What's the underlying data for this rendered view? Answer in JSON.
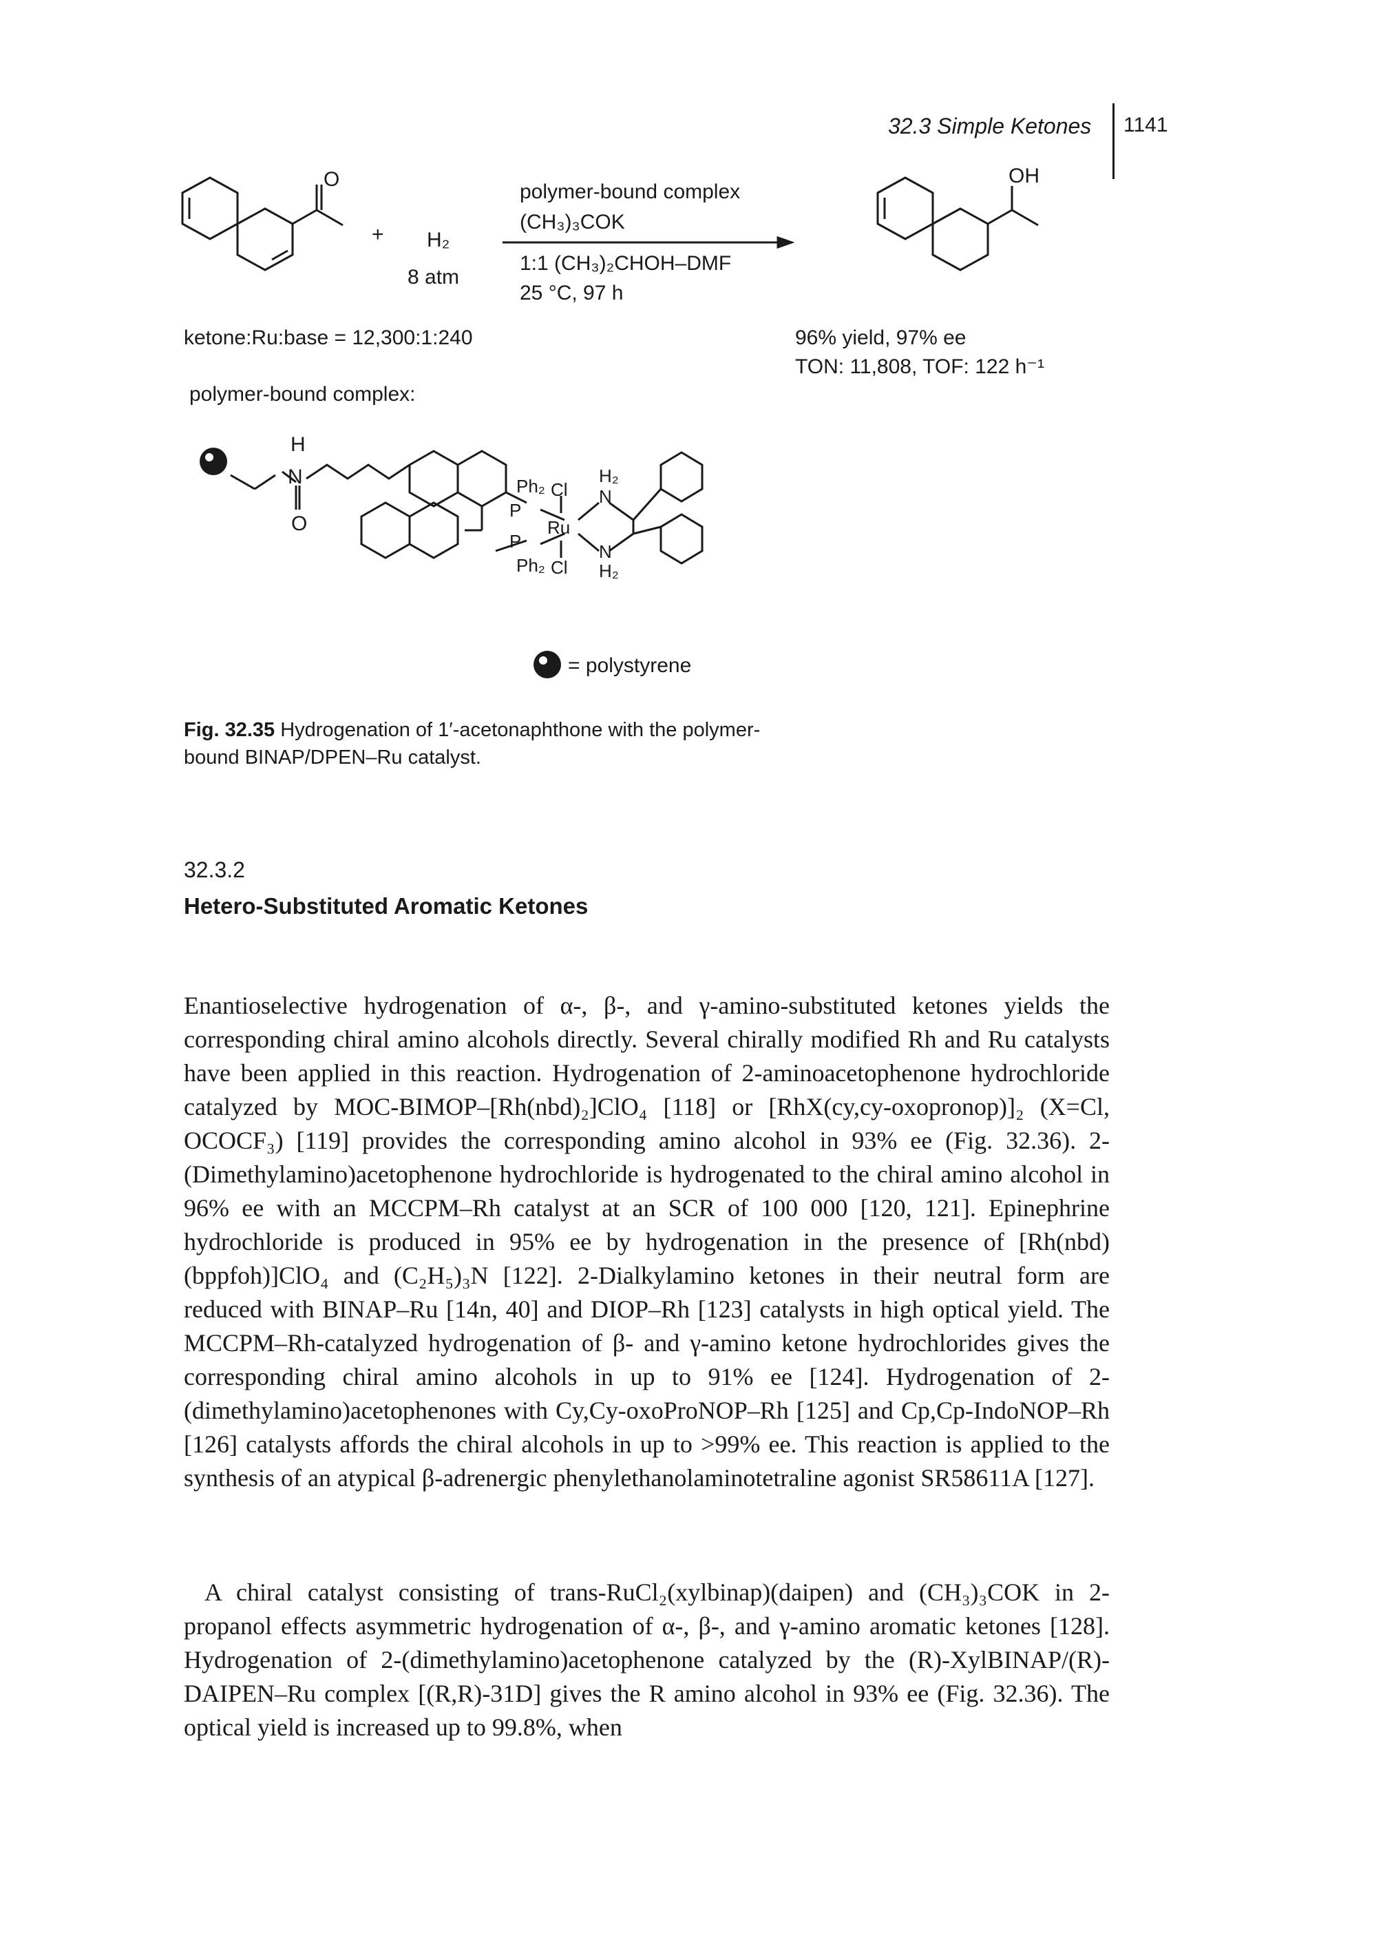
{
  "header": {
    "running_title": "32.3 Simple Ketones",
    "page_number": "1141"
  },
  "scheme": {
    "plus": "+",
    "h2": "H₂",
    "pressure": "8 atm",
    "reagent_1": "polymer-bound complex",
    "reagent_2": "(CH₃)₃COK",
    "conditions_1": "1:1 (CH₃)₂CHOH–DMF",
    "conditions_2": "25 °C, 97 h",
    "ratio": "ketone:Ru:base = 12,300:1:240",
    "result_1": "96% yield, 97% ee",
    "result_2": "TON: 11,808, TOF: 122 h⁻¹",
    "complex_label": "polymer-bound complex:",
    "legend": "= polystyrene"
  },
  "figure": {
    "label": "Fig. 32.35",
    "caption": "Hydrogenation of 1′-acetonaphthone with the polymer-bound BINAP/DPEN–Ru catalyst."
  },
  "section": {
    "number": "32.3.2",
    "title": "Hetero-Substituted Aromatic Ketones"
  },
  "paragraphs": [
    "Enantioselective hydrogenation of α-, β-, and γ-amino-substituted ketones yields the corresponding chiral amino alcohols directly. Several chirally modified Rh and Ru catalysts have been applied in this reaction. Hydrogenation of 2-aminoacetophenone hydrochloride catalyzed by MOC-BIMOP–[Rh(nbd)₂]ClO₄ [118] or [RhX(cy,cy-oxopronop)]₂ (X=Cl, OCOCF₃) [119] provides the corresponding amino alcohol in 93% ee (Fig. 32.36). 2-(Dimethylamino)acetophenone hydrochloride is hydrogenated to the chiral amino alcohol in 96% ee with an MCCPM–Rh catalyst at an SCR of 100 000 [120, 121]. Epinephrine hydrochloride is produced in 95% ee by hydrogenation in the presence of [Rh(nbd)(bppfoh)]ClO₄ and (C₂H₅)₃N [122]. 2-Dialkylamino ketones in their neutral form are reduced with BINAP–Ru [14n, 40] and DIOP–Rh [123] catalysts in high optical yield. The MCCPM–Rh-catalyzed hydrogenation of β- and γ-amino ketone hydrochlorides gives the corresponding chiral amino alcohols in up to 91% ee [124]. Hydrogenation of 2-(dimethylamino)acetophenones with Cy,Cy-oxoProNOP–Rh [125] and Cp,Cp-IndoNOP–Rh [126] catalysts affords the chiral alcohols in up to >99% ee. This reaction is applied to the synthesis of an atypical β-adrenergic phenylethanolaminotetraline agonist SR58611A [127].",
    "A chiral catalyst consisting of trans-RuCl₂(xylbinap)(daipen) and (CH₃)₃COK in 2-propanol effects asymmetric hydrogenation of α-, β-, and γ-amino aromatic ketones [128]. Hydrogenation of 2-(dimethylamino)acetophenone catalyzed by the (R)-XylBINAP/(R)-DAIPEN–Ru complex [(R,R)-31D] gives the R amino alcohol in 93% ee (Fig. 32.36). The optical yield is increased up to 99.8%, when"
  ]
}
